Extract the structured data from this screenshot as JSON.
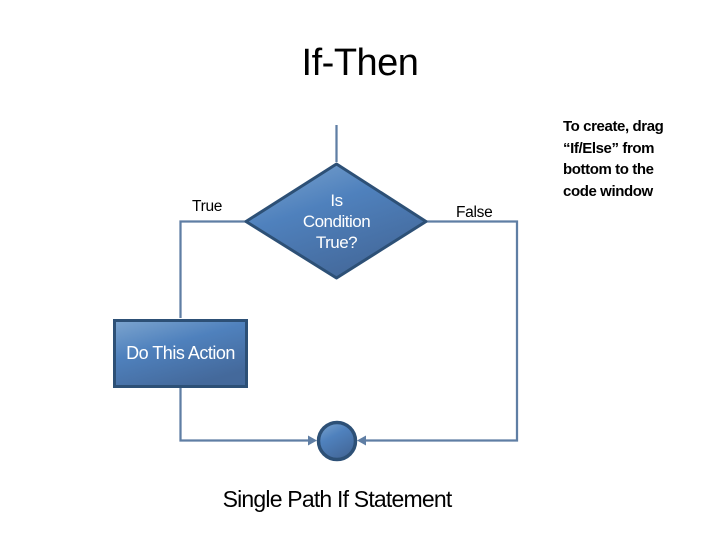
{
  "slide": {
    "title": "If-Then",
    "caption": "Single Path If Statement",
    "note": "To create, drag\n“If/Else” from\nbottom to the\ncode window"
  },
  "flowchart": {
    "condition_label": "Is\nCondition\nTrue?",
    "action_label": "Do This Action",
    "true_label": "True",
    "false_label": "False"
  },
  "colors": {
    "background": "#ffffff",
    "text": "#000000",
    "shape-text": "#ffffff",
    "shape-fill": "#4f81bd",
    "shape-fill-light": "#7da5cf",
    "shape-fill-dark": "#44699b",
    "shape-border": "#2d5076",
    "connector": "#5f7ea4"
  }
}
